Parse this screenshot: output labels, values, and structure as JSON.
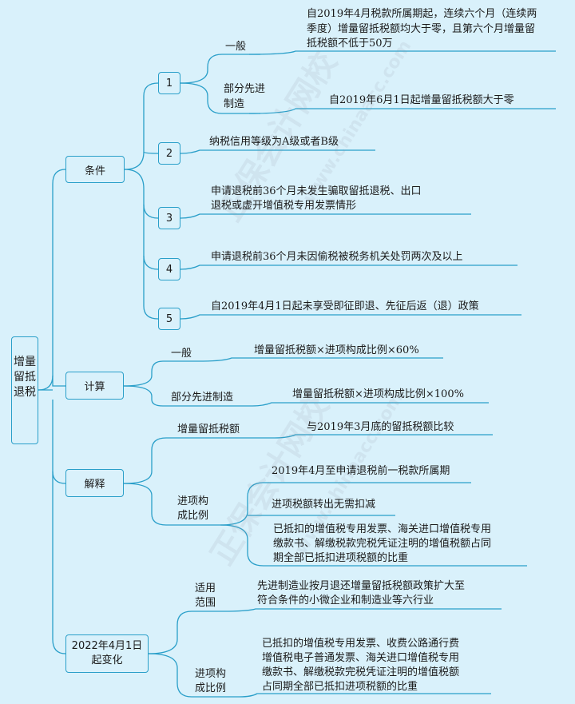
{
  "root": "增量\n留抵\n退税",
  "conditions": {
    "label": "条件",
    "n1": "1",
    "n2": "2",
    "n3": "3",
    "n4": "4",
    "n5": "5",
    "c1_general_label": "一般",
    "c1_general_text": [
      "自2019年4月税款所属期起，连续六个月（连续两",
      "季度）增量留抵税额均大于零，且第六个月增量留",
      "抵税额不低于50万"
    ],
    "c1_adv_label": [
      "部分先进",
      "制造"
    ],
    "c1_adv_text": "自2019年6月1日起增量留抵税额大于零",
    "c2": "纳税信用等级为A级或者B级",
    "c3": [
      "申请退税前36个月未发生骗取留抵退税、出口",
      "退税或虚开增值税专用发票情形"
    ],
    "c4": "申请退税前36个月未因偷税被税务机关处罚两次及以上",
    "c5": "自2019年4月1日起未享受即征即退、先征后返（退）政策"
  },
  "calc": {
    "label": "计算",
    "general_label": "一般",
    "general_formula": "增量留抵税额×进项构成比例×60%",
    "adv_label": "部分先进制造",
    "adv_formula": "增量留抵税额×进项构成比例×100%"
  },
  "explain": {
    "label": "解释",
    "inc_label": "增量留抵税额",
    "inc_text": "与2019年3月底的留抵税额比较",
    "ratio_label": [
      "进项构",
      "成比例"
    ],
    "ratio_period": "2019年4月至申请退税前一税款所属期",
    "ratio_transfer": "进项税额转出无需扣减",
    "ratio_def": [
      "已抵扣的增值税专用发票、海关进口增值税专用",
      "缴款书、解缴税款完税凭证注明的增值税额占同",
      "期全部已抵扣进项税额的比重"
    ]
  },
  "change2022": {
    "label": [
      "2022年4月1日",
      "起变化"
    ],
    "scope_label": [
      "适用",
      "范围"
    ],
    "scope_text": [
      "先进制造业按月退还增量留抵税额政策扩大至",
      "符合条件的小微企业和制造业等六行业"
    ],
    "ratio_label": [
      "进项构",
      "成比例"
    ],
    "ratio_text": [
      "已抵扣的增值税专用发票、收费公路通行费",
      "增值税电子普通发票、海关进口增值税专用",
      "缴款书、解缴税款完税凭证注明的增值税额",
      "占同期全部已抵扣进项税额的比重"
    ]
  },
  "watermark": [
    "正保会计网校",
    "www.chinaacc.com",
    "正保会计网校",
    "www.chinaacc.com"
  ],
  "colors": {
    "background": "#d9f1fb",
    "line": "#2a9fc9"
  }
}
